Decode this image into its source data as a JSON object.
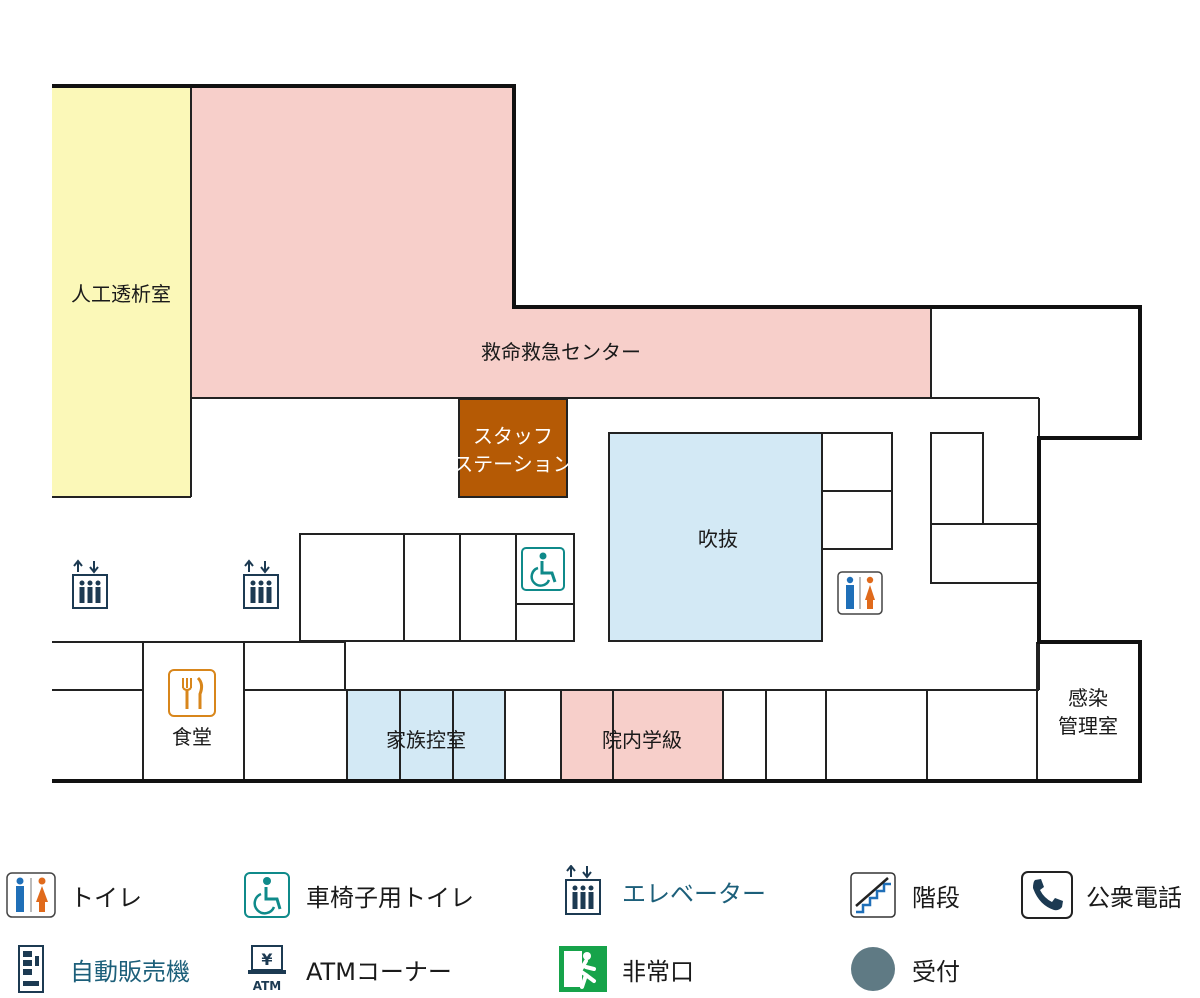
{
  "floor_map": {
    "rooms": {
      "dialysis": "人工透析室",
      "emergency": "救命救急センター",
      "staff_station_1": "スタッフ",
      "staff_station_2": "ステーション",
      "atrium": "吹抜",
      "cafeteria": "食堂",
      "family_room": "家族控室",
      "hospital_class": "院内学級",
      "infection_1": "感染",
      "infection_2": "管理室"
    },
    "colors": {
      "dialysis": "#fbf8b8",
      "emergency": "#f7cfca",
      "staff_station": "#b55a05",
      "atrium": "#d3e9f5",
      "family_room": "#d3e9f5",
      "hospital_class": "#f7cfca",
      "wall": "#111111",
      "icon_teal": "#0f8a8a",
      "icon_navy": "#1c3a52",
      "icon_orange": "#e06a1b",
      "icon_blue": "#1f6fb8",
      "cafe_orange": "#d8861b",
      "exit_green": "#16a34a",
      "reception": "#5f7a84"
    }
  },
  "legend": {
    "toilet": "トイレ",
    "wheelchair_toilet": "車椅子用トイレ",
    "elevator": "エレベーター",
    "stairs": "階段",
    "phone": "公衆電話",
    "vending": "自動販売機",
    "atm": "ATMコーナー",
    "atm_icon_text": "ATM",
    "atm_yen": "¥",
    "exit": "非常口",
    "reception": "受付"
  }
}
